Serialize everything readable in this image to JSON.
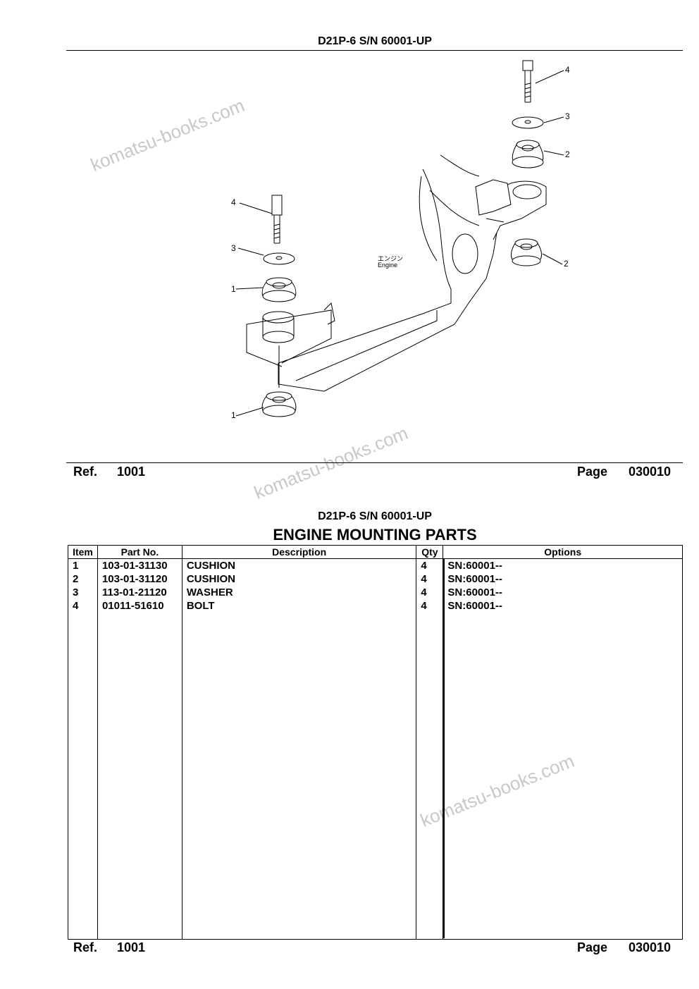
{
  "header": {
    "model": "D21P-6 S/N 60001-UP"
  },
  "diagram": {
    "engine_label_jp": "エンジン",
    "engine_label": "Engine",
    "callouts": [
      "4",
      "3",
      "2",
      "2",
      "4",
      "3",
      "1",
      "1"
    ]
  },
  "footer_top": {
    "ref_label": "Ref.",
    "ref_value": "1001",
    "page_label": "Page",
    "page_value": "030010"
  },
  "watermark": "komatsu-books.com",
  "section": {
    "model": "D21P-6 S/N 60001-UP",
    "title": "ENGINE MOUNTING PARTS"
  },
  "table": {
    "headers": [
      "Item",
      "Part No.",
      "Description",
      "Qty",
      "Options"
    ],
    "rows": [
      [
        "1",
        "103-01-31130",
        "CUSHION",
        "4",
        "SN:60001--"
      ],
      [
        "2",
        "103-01-31120",
        "CUSHION",
        "4",
        "SN:60001--"
      ],
      [
        "3",
        "113-01-21120",
        "WASHER",
        "4",
        "SN:60001--"
      ],
      [
        "4",
        "01011-51610",
        "BOLT",
        "4",
        "SN:60001--"
      ]
    ]
  },
  "footer_bottom": {
    "ref_label": "Ref.",
    "ref_value": "1001",
    "page_label": "Page",
    "page_value": "030010"
  }
}
